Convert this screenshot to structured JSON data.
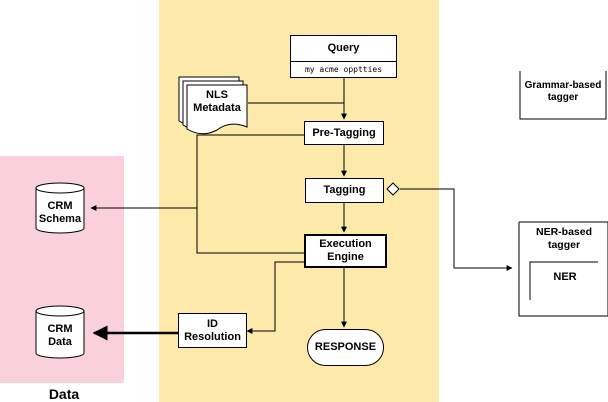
{
  "colors": {
    "zone_fill": "#fde9a9",
    "data_fill": "#f9d0dc",
    "line": "#000000"
  },
  "query": {
    "title": "Query",
    "example": "my acme opptties"
  },
  "nls_metadata": {
    "line1": "NLS",
    "line2": "Metadata"
  },
  "pre_tagging": "Pre-Tagging",
  "tagging": "Tagging",
  "execution_engine": {
    "line1": "Execution",
    "line2": "Engine"
  },
  "id_resolution": {
    "line1": "ID",
    "line2": "Resolution"
  },
  "response": "RESPONSE",
  "crm_schema": {
    "line1": "CRM",
    "line2": "Schema"
  },
  "crm_data": {
    "line1": "CRM",
    "line2": "Data"
  },
  "data_label": "Data",
  "grammar_tagger": {
    "line1": "Grammar-based",
    "line2": "tagger"
  },
  "ner_tagger": {
    "line1": "NER-based",
    "line2": "tagger",
    "inner": "NER"
  }
}
